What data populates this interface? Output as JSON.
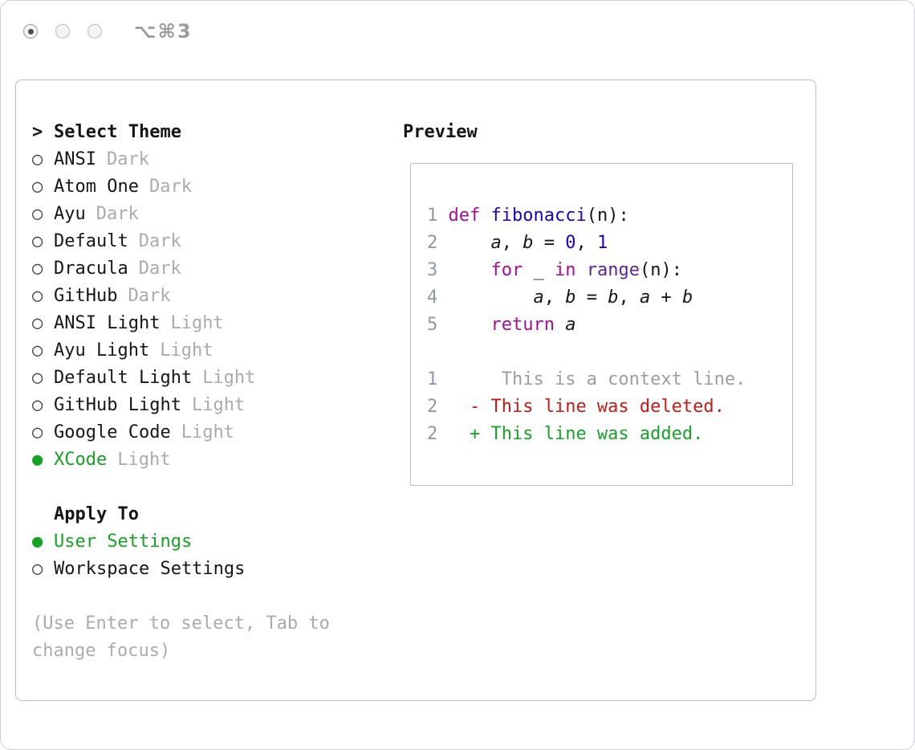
{
  "window": {
    "shortcut": "⌥⌘3",
    "controls": [
      {
        "name": "window-control",
        "active": true
      },
      {
        "name": "window-control",
        "active": false
      },
      {
        "name": "window-control",
        "active": false
      }
    ]
  },
  "icons": {
    "radio_unselected": "○",
    "radio_selected": "●"
  },
  "theme_selector": {
    "cursor": ">",
    "title": "Select Theme",
    "themes": [
      {
        "name": "ANSI",
        "variant": "Dark",
        "selected": false
      },
      {
        "name": "Atom One",
        "variant": "Dark",
        "selected": false
      },
      {
        "name": "Ayu",
        "variant": "Dark",
        "selected": false
      },
      {
        "name": "Default",
        "variant": "Dark",
        "selected": false
      },
      {
        "name": "Dracula",
        "variant": "Dark",
        "selected": false
      },
      {
        "name": "GitHub",
        "variant": "Dark",
        "selected": false
      },
      {
        "name": "ANSI Light",
        "variant": "Light",
        "selected": false
      },
      {
        "name": "Ayu Light",
        "variant": "Light",
        "selected": false
      },
      {
        "name": "Default Light",
        "variant": "Light",
        "selected": false
      },
      {
        "name": "GitHub Light",
        "variant": "Light",
        "selected": false
      },
      {
        "name": "Google Code",
        "variant": "Light",
        "selected": false
      },
      {
        "name": "XCode",
        "variant": "Light",
        "selected": true
      }
    ],
    "apply_to": {
      "title": "Apply To",
      "options": [
        {
          "name": "User Settings",
          "selected": true
        },
        {
          "name": "Workspace Settings",
          "selected": false
        }
      ]
    },
    "hint": "(Use Enter to select, Tab to change focus)"
  },
  "preview": {
    "title": "Preview",
    "code_lines": [
      {
        "num": "1",
        "tokens": [
          {
            "t": "def",
            "c": "keyword"
          },
          {
            "t": " ",
            "c": "plain"
          },
          {
            "t": "fibonacci",
            "c": "function"
          },
          {
            "t": "(n):",
            "c": "plain"
          }
        ]
      },
      {
        "num": "2",
        "tokens": [
          {
            "t": "    ",
            "c": "plain"
          },
          {
            "t": "a",
            "c": "variable"
          },
          {
            "t": ", ",
            "c": "plain"
          },
          {
            "t": "b",
            "c": "variable"
          },
          {
            "t": " = ",
            "c": "plain"
          },
          {
            "t": "0",
            "c": "number"
          },
          {
            "t": ", ",
            "c": "plain"
          },
          {
            "t": "1",
            "c": "number"
          }
        ]
      },
      {
        "num": "3",
        "tokens": [
          {
            "t": "    ",
            "c": "plain"
          },
          {
            "t": "for",
            "c": "keyword"
          },
          {
            "t": " _ ",
            "c": "plain"
          },
          {
            "t": "in",
            "c": "keyword"
          },
          {
            "t": " ",
            "c": "plain"
          },
          {
            "t": "range",
            "c": "builtin"
          },
          {
            "t": "(n):",
            "c": "plain"
          }
        ]
      },
      {
        "num": "4",
        "tokens": [
          {
            "t": "        ",
            "c": "plain"
          },
          {
            "t": "a",
            "c": "variable"
          },
          {
            "t": ", ",
            "c": "plain"
          },
          {
            "t": "b",
            "c": "variable"
          },
          {
            "t": " = ",
            "c": "plain"
          },
          {
            "t": "b",
            "c": "variable"
          },
          {
            "t": ", ",
            "c": "plain"
          },
          {
            "t": "a",
            "c": "variable"
          },
          {
            "t": " + ",
            "c": "plain"
          },
          {
            "t": "b",
            "c": "variable"
          }
        ]
      },
      {
        "num": "5",
        "tokens": [
          {
            "t": "    ",
            "c": "plain"
          },
          {
            "t": "return",
            "c": "keyword"
          },
          {
            "t": " ",
            "c": "plain"
          },
          {
            "t": "a",
            "c": "variable"
          }
        ]
      }
    ],
    "diff_lines": [
      {
        "num": "1",
        "type": "context",
        "text": "     This is a context line."
      },
      {
        "num": "2",
        "type": "deleted",
        "text": "  - This line was deleted."
      },
      {
        "num": "2",
        "type": "added",
        "text": "  + This line was added."
      }
    ]
  },
  "colors": {
    "accent_green": "#14A325",
    "added_green": "#14A325",
    "keyword_magenta": "#A90D91",
    "literal_blue": "#1C01CE",
    "builtin_purple": "#5B269A",
    "deleted_red": "#C41A16",
    "context_gray": "#9E9E9E",
    "muted_gray": "#ABABAB",
    "line_number_gray": "#8E99A6",
    "border_gray": "#B7BEC6",
    "text_black": "#161616"
  }
}
